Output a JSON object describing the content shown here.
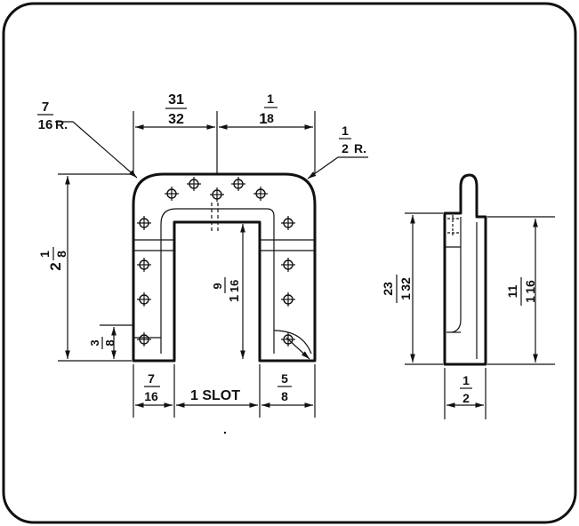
{
  "front_view": {
    "width_left": {
      "num": "31",
      "den": "32"
    },
    "width_right": {
      "whole": "1",
      "num": "1",
      "den": "8"
    },
    "outer_radius": {
      "num": "7",
      "den": "16",
      "suffix": "R."
    },
    "inner_radius": {
      "num": "1",
      "den": "2",
      "suffix": "R."
    },
    "overall_height": {
      "whole": "2",
      "num": "1",
      "den": "8"
    },
    "slot_depth": {
      "whole": "1",
      "num": "9",
      "den": "16"
    },
    "foot_height": {
      "num": "3",
      "den": "8"
    },
    "left_leg": {
      "num": "7",
      "den": "16"
    },
    "slot_width": "1 SLOT",
    "right_leg": {
      "num": "5",
      "den": "8"
    }
  },
  "side_view": {
    "left_height": {
      "num": "23",
      "den": "32",
      "prefix": "1"
    },
    "right_height": {
      "num": "11",
      "den": "16",
      "prefix": "1"
    },
    "thickness": {
      "num": "1",
      "den": "2"
    }
  }
}
